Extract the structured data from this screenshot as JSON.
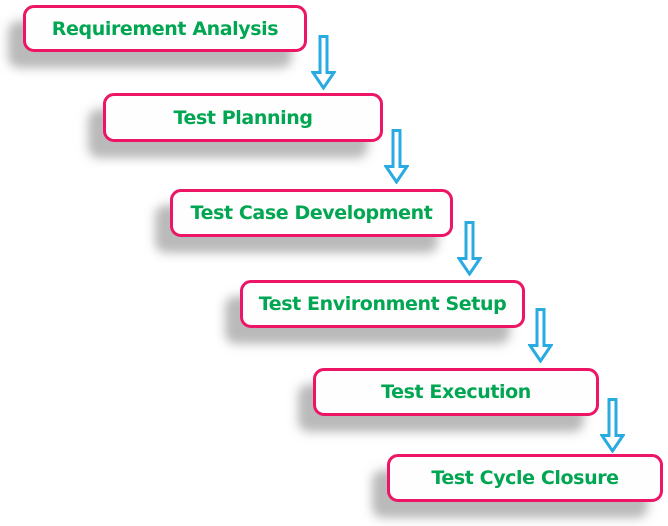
{
  "diagram": {
    "type": "flow-cascade",
    "direction": "top-left to bottom-right",
    "steps": [
      {
        "label": "Requirement Analysis"
      },
      {
        "label": "Test Planning"
      },
      {
        "label": "Test Case Development"
      },
      {
        "label": "Test Environment Setup"
      },
      {
        "label": "Test Execution"
      },
      {
        "label": "Test Cycle Closure"
      }
    ],
    "connector": {
      "icon": "down-arrow-icon",
      "style": "hollow outline arrow pointing down",
      "count": 5
    }
  },
  "colors": {
    "box_border": "#ec1566",
    "box_fill": "#fefefe",
    "label_text": "#00a651",
    "arrow": "#29abe2",
    "background": "#ffffff"
  }
}
